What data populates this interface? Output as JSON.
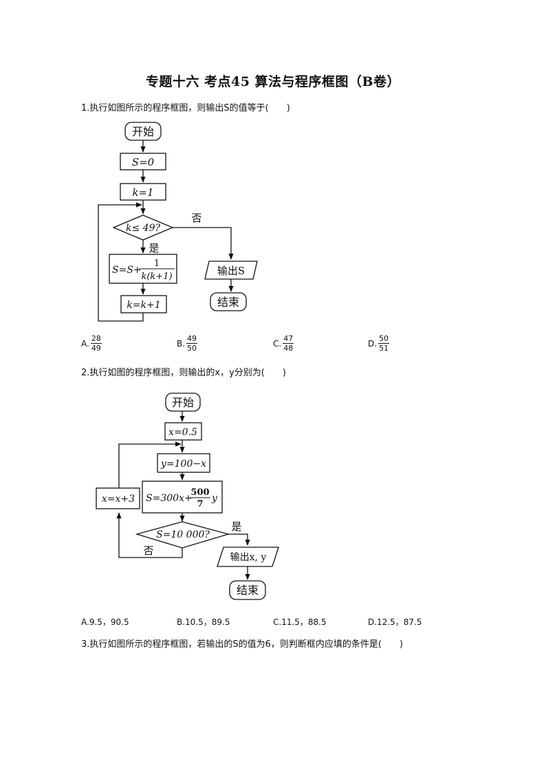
{
  "title": "专题十六 考点45 算法与程序框图（B卷）",
  "q1": {
    "text": "1.执行如图所示的程序框图，则输出S的值等于(　　)",
    "flow": {
      "start": "开始",
      "init_s": "S=0",
      "init_k": "k=1",
      "cond": "k≤ 49?",
      "no": "否",
      "yes": "是",
      "update_s_left": "S=S+",
      "update_s_num": "1",
      "update_s_den": "k(k+1)",
      "output": "输出S",
      "update_k": "k=k+1",
      "end": "结束"
    },
    "options": [
      {
        "letter": "A.",
        "num": "28",
        "den": "49"
      },
      {
        "letter": "B.",
        "num": "49",
        "den": "50"
      },
      {
        "letter": "C.",
        "num": "47",
        "den": "48"
      },
      {
        "letter": "D.",
        "num": "50",
        "den": "51"
      }
    ]
  },
  "q2": {
    "text": "2.执行如图的程序框图，则输出的x，y分别为(　　)",
    "flow": {
      "start": "开始",
      "init_x": "x=0.5",
      "calc_y": "y=100−x",
      "calc_s_left": "S=300x+",
      "calc_s_num": "500",
      "calc_s_den": "7",
      "calc_s_right": "y",
      "loop": "x=x+3",
      "cond": "S=10 000?",
      "yes": "是",
      "no": "否",
      "output": "输出x, y",
      "end": "结束"
    },
    "options": [
      "A.9.5，90.5",
      "B.10.5，89.5",
      "C.11.5，88.5",
      "D.12.5，87.5"
    ]
  },
  "q3": {
    "text": "3.执行如图所示的程序框图，若输出的S的值为6，则判断框内应填的条件是(　　)"
  }
}
